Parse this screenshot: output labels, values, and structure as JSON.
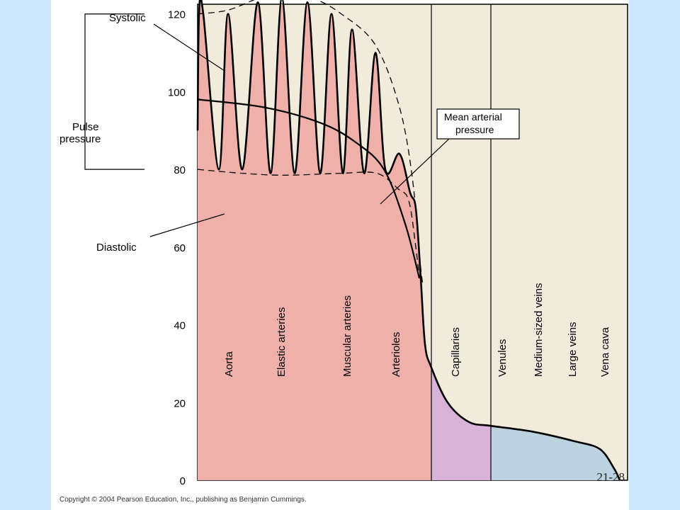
{
  "slide_number": "21-28",
  "copyright": "Copyright © 2004 Pearson Education, Inc., publishing as Benjamin Cummings.",
  "colors": {
    "page_bg": "#cce8ff",
    "plot_bg": "#f1ebdc",
    "arterial_fill": "#efb0aa",
    "capillary_fill": "#d8b2d8",
    "venous_fill": "#bcd2de",
    "line": "#000000"
  },
  "annotations": {
    "systolic": "Systolic",
    "diastolic": "Diastolic",
    "pulse_pressure_line1": "Pulse",
    "pulse_pressure_line2": "pressure",
    "mean_arterial_line1": "Mean arterial",
    "mean_arterial_line2": "pressure"
  },
  "chart_data": {
    "type": "line",
    "title": "",
    "xlabel": "",
    "ylabel": "",
    "ylim": [
      0,
      125
    ],
    "yticks": [
      0,
      20,
      40,
      60,
      80,
      100,
      120
    ],
    "grid": false,
    "regions": [
      {
        "name": "Aorta",
        "group": "arterial"
      },
      {
        "name": "Elastic arteries",
        "group": "arterial"
      },
      {
        "name": "Muscular arteries",
        "group": "arterial"
      },
      {
        "name": "Arterioles",
        "group": "arterial"
      },
      {
        "name": "Capillaries",
        "group": "capillary"
      },
      {
        "name": "Venules",
        "group": "venous"
      },
      {
        "name": "Medium-sized veins",
        "group": "venous"
      },
      {
        "name": "Large veins",
        "group": "venous"
      },
      {
        "name": "Vena cava",
        "group": "venous"
      }
    ],
    "series": [
      {
        "name": "Systolic",
        "peaks": [
          120,
          120,
          123,
          124,
          123,
          120,
          116,
          110,
          84
        ]
      },
      {
        "name": "Diastolic",
        "troughs": [
          80,
          80,
          79,
          79,
          79,
          79,
          79,
          80,
          74
        ]
      },
      {
        "name": "Mean arterial pressure",
        "values": [
          98,
          96,
          92,
          87,
          80,
          52,
          28,
          14,
          11,
          9,
          0
        ]
      }
    ]
  }
}
